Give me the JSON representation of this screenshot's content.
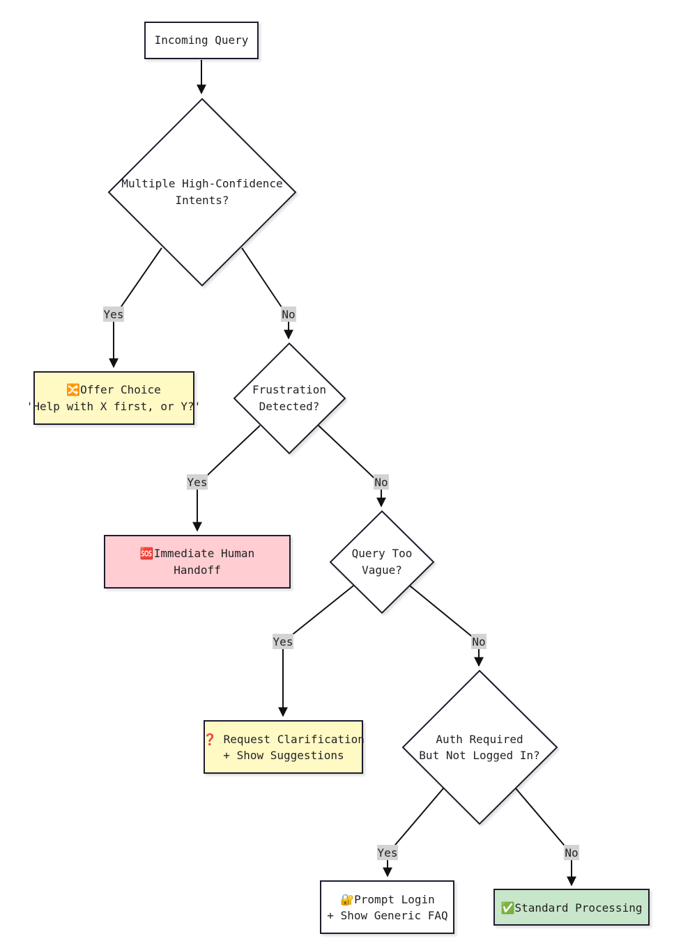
{
  "colors": {
    "plain": "#ffffff",
    "yellow": "#fff9c4",
    "red": "#ffcdd2",
    "green": "#c8e6c9",
    "label_bg": "#d3d3d3"
  },
  "nodes": {
    "start": {
      "lines": [
        "Incoming Query"
      ]
    },
    "d1": {
      "lines": [
        "Multiple High-Confidence",
        "Intents?"
      ]
    },
    "offer": {
      "icon": "shuffle-icon",
      "lines": [
        "🔀Offer Choice",
        "'Help with X first, or Y?'"
      ]
    },
    "d2": {
      "lines": [
        "Frustration",
        "Detected?"
      ]
    },
    "handoff": {
      "icon": "sos-icon",
      "lines": [
        "🆘Immediate Human",
        "Handoff"
      ]
    },
    "d3": {
      "lines": [
        "Query Too",
        "Vague?"
      ]
    },
    "clarify": {
      "icon": "question-icon",
      "lines": [
        "❓ Request Clarification",
        "+ Show Suggestions"
      ]
    },
    "d4": {
      "lines": [
        "Auth Required",
        "But Not Logged In?"
      ]
    },
    "login": {
      "icon": "lock-key-icon",
      "lines": [
        "🔐Prompt Login",
        "+ Show Generic FAQ"
      ]
    },
    "standard": {
      "icon": "check-icon",
      "lines": [
        "✅Standard Processing"
      ]
    }
  },
  "edges": {
    "d1_yes": "Yes",
    "d1_no": "No",
    "d2_yes": "Yes",
    "d2_no": "No",
    "d3_yes": "Yes",
    "d3_no": "No",
    "d4_yes": "Yes",
    "d4_no": "No"
  }
}
